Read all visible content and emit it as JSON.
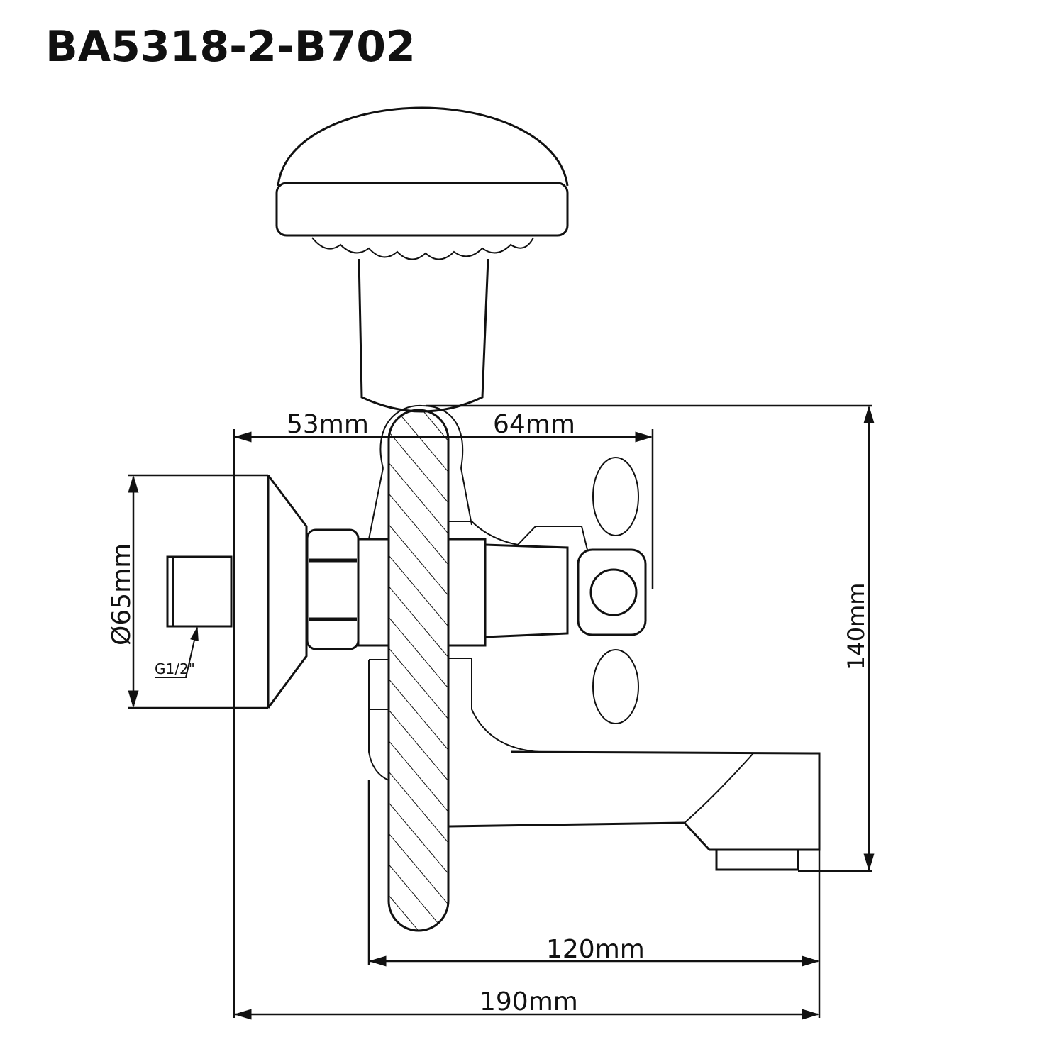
{
  "title": "BA5318-2-B702",
  "dimensions": {
    "left_offset": "53mm",
    "right_offset": "64mm",
    "flange_diameter": "Ø65mm",
    "thread": "G1/2\"",
    "height": "140mm",
    "spout_length": "120mm",
    "total_length": "190mm"
  }
}
